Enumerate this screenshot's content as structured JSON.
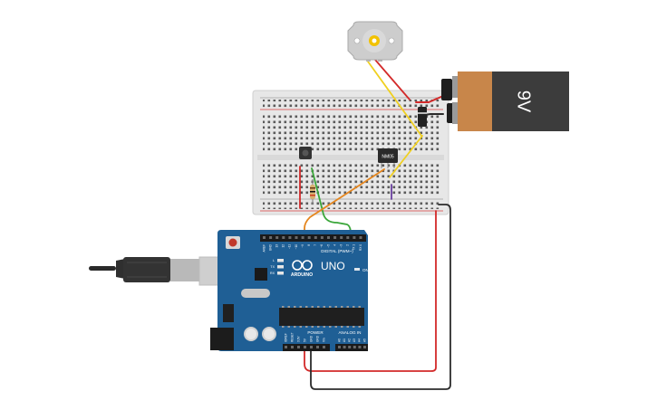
{
  "battery": {
    "label": "9V",
    "body_color": "#3c3c3c",
    "cap_color": "#c8864a"
  },
  "motor": {
    "shaft_color": "#f2c200"
  },
  "chip": {
    "label": "NM05"
  },
  "arduino": {
    "board_color": "#1f5f95",
    "brand": "ARDUINO",
    "model": "UNO",
    "on_label": "ON",
    "digital_label": "DIGITAL (PWM~)",
    "power_label": "POWER",
    "analog_label": "ANALOG IN",
    "led_labels": [
      "L",
      "TX",
      "RX"
    ],
    "top_pins": [
      "AREF",
      "GND",
      "13",
      "12",
      "~11",
      "~10",
      "~9",
      "8",
      "7",
      "~6",
      "~5",
      "4",
      "~3",
      "2",
      "TX 1",
      "RX 0"
    ],
    "power_pins": [
      "IOREF",
      "RESET",
      "3.3V",
      "5V",
      "GND",
      "GND",
      "Vin"
    ],
    "analog_pins": [
      "A0",
      "A1",
      "A2",
      "A3",
      "A4",
      "A5"
    ]
  },
  "wire_colors": {
    "red": "#d32a2a",
    "black": "#2b2b2b",
    "yellow": "#f0d020",
    "green": "#3aa63a",
    "orange": "#e5861e",
    "purple": "#6a3fa0"
  }
}
